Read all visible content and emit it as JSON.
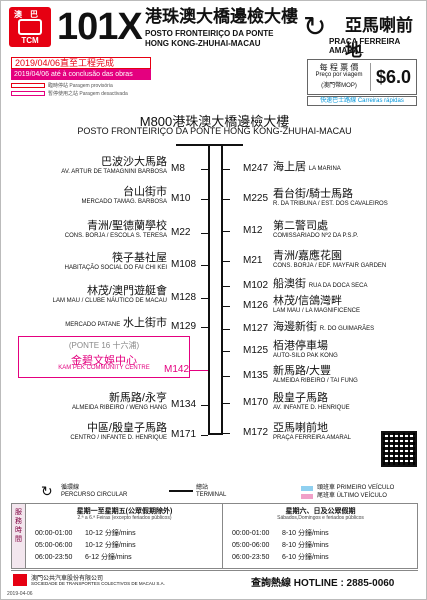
{
  "header": {
    "logo_top": "澳巴",
    "logo_bottom": "TCM",
    "route_no": "101X",
    "dest_cn": "港珠澳大橋邊檢大樓",
    "dest_pt1": "POSTO FRONTEIRIÇO DA PONTE",
    "dest_pt2": "HONG KONG-ZHUHAI-MACAU",
    "circular_symbol": "↻",
    "end_cn": "亞馬喇前地",
    "end_pt": "PRAÇA FERREIRA AMARAL"
  },
  "notices": {
    "red": "2019/04/06直至工程完成",
    "pink": "2019/04/06 até à conclusão das obras",
    "legend1": "臨時停站 Paragem provisória",
    "legend2": "暫停使用之站 Paragem desactivada"
  },
  "fare": {
    "label_cn": "每 程 票 價",
    "label_pt": "Preço por viagem",
    "label_mop": "(澳門幣MOP)",
    "amount": "$6.0",
    "express": "快速巴士路線 Carreiras rápidas"
  },
  "route": {
    "title_cn": "M800港珠澳大橋邊檢大樓",
    "title_pt": "POSTO FRONTEIRIÇO DA PONTE HONG KONG-ZHUHAI-MACAU"
  },
  "stops_left": [
    {
      "code": "M8",
      "cn": "巴波沙大馬路",
      "pt": "AV. ARTUR DE TAMAGNINI BARBOSA"
    },
    {
      "code": "M10",
      "cn": "台山街市",
      "pt": "MERCADO TAMAG. BARBOSA"
    },
    {
      "code": "M22",
      "cn": "青洲/聖德蘭學校",
      "pt": "CONS. BORJA / ESCOLA S. TERESA"
    },
    {
      "code": "M108",
      "cn": "筷子基社屋",
      "pt": "HABITAÇÃO SOCIAL DO FAI CHI KEI"
    },
    {
      "code": "M128",
      "cn": "林茂/澳門遊艇會",
      "pt": "LAM MAU / CLUBE NÁUTICO DE MACAU"
    },
    {
      "code": "M129",
      "cn": "水上街市",
      "pt": "MERCADO PATANE"
    },
    {
      "code": "M134",
      "cn": "新馬路/永亨",
      "pt": "ALMEIDA RIBEIRO / WENG HANG"
    },
    {
      "code": "M171",
      "cn": "中區/殷皇子馬路",
      "pt": "CENTRO / INFANTE D. HENRIQUE"
    }
  ],
  "kam_pek": {
    "sub": "(PONTE 16 十六浦)",
    "cn": "金碧文娛中心",
    "pt": "KAM PEK COMMUNITY CENTRE",
    "code": "M142"
  },
  "stops_right": [
    {
      "code": "M247",
      "cn": "海上居",
      "pt": "LA MARINA"
    },
    {
      "code": "M225",
      "cn": "看台街/騎士馬路",
      "pt": "R. DA TRIBUNA / EST. DOS CAVALEIROS"
    },
    {
      "code": "M12",
      "cn": "第二警司處",
      "pt": "COMISSARIADO Nº2 DA P.S.P."
    },
    {
      "code": "M21",
      "cn": "青洲/嘉應花園",
      "pt": "CONS. BORJA / EDF. MAYFAIR GARDEN"
    },
    {
      "code": "M102",
      "cn": "船澳街",
      "pt": "RUA DA DOCA SECA"
    },
    {
      "code": "M126",
      "cn": "林茂/信鴿灣畔",
      "pt": "LAM MAU / LA MAGNIFICENCE"
    },
    {
      "code": "M127",
      "cn": "海邊新街",
      "pt": "R. DO GUIMARÃES"
    },
    {
      "code": "M125",
      "cn": "栢港停車場",
      "pt": "AUTO-SILO PAK KONG"
    },
    {
      "code": "M135",
      "cn": "新馬路/大豐",
      "pt": "ALMEIDA RIBEIRO / TAI FUNG"
    },
    {
      "code": "M170",
      "cn": "殷皇子馬路",
      "pt": "AV. INFANTE D. HENRIQUE"
    },
    {
      "code": "M172",
      "cn": "亞馬喇前地",
      "pt": "PRAÇA FERREIRA AMARAL"
    }
  ],
  "legend": {
    "circ_cn": "循環線",
    "circ_pt": "PERCURSO CIRCULAR",
    "term_cn": "總站",
    "term_pt": "TERMINAL",
    "first_label": "頭班車 PRIMEIRO VEÍCULO",
    "last_label": "尾班車 ÚLTIMO VEÍCULO",
    "first_color": "#8fd0f0",
    "last_color": "#f0a0c8"
  },
  "timetable": {
    "side": "服務時間",
    "weekday_h1": "星期一至星期五(公眾假期除外)",
    "weekday_h2": "2.ª a 6.ª Feiras (excepto feriados públicos)",
    "weekend_h1": "星期六、日及公眾假期",
    "weekend_h2": "Sábados,Domingos e feriados públicos",
    "weekday_rows": [
      {
        "time": "00:00-01:00",
        "freq": "10-12 分鐘/mins"
      },
      {
        "time": "05:00-06:00",
        "freq": "10-12 分鐘/mins"
      },
      {
        "time": "06:00-23:50",
        "freq": "6-12 分鐘/mins"
      }
    ],
    "weekend_rows": [
      {
        "time": "00:00-01:00",
        "freq": "8-10 分鐘/mins"
      },
      {
        "time": "05:00-06:00",
        "freq": "8-10 分鐘/mins"
      },
      {
        "time": "06:00-23:50",
        "freq": "6-10 分鐘/mins"
      }
    ]
  },
  "footer": {
    "company_cn": "澳門公共汽車股份有限公司",
    "company_pt": "SOCIEDADE DE TRANSPORTES COLECTIVOS DE MACAU S.A.",
    "hotline": "查詢熱線 HOTLINE : 2885-0060",
    "date": "2019-04-06"
  },
  "chart_data": {
    "type": "table",
    "title": "101X",
    "stops_outbound": [
      "M8",
      "M10",
      "M22",
      "M108",
      "M128",
      "M129",
      "M142",
      "M134",
      "M171"
    ],
    "stops_inbound": [
      "M247",
      "M225",
      "M12",
      "M21",
      "M102",
      "M126",
      "M127",
      "M125",
      "M135",
      "M170",
      "M172"
    ],
    "fare_mop": 6.0
  }
}
